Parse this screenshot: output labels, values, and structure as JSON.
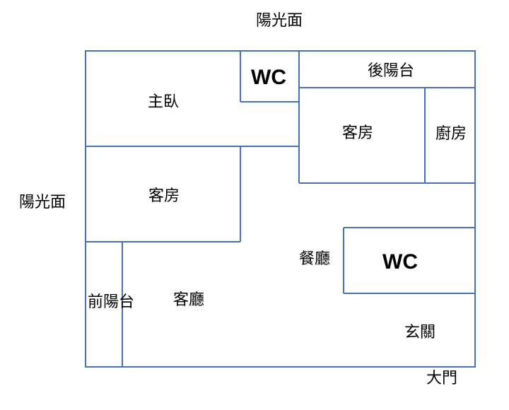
{
  "outside": {
    "top_sun_side": "陽光面",
    "left_sun_side": "陽光面",
    "main_door": "大門"
  },
  "rooms": {
    "master_bedroom": "主臥",
    "wc_top": "WC",
    "back_balcony": "後陽台",
    "guest_room_right": "客房",
    "kitchen": "廚房",
    "guest_room_left": "客房",
    "dining_room": "餐廳",
    "wc_right": "WC",
    "front_balcony": "前陽台",
    "living_room": "客廳",
    "entrance": "玄關"
  },
  "colors": {
    "wall": "#4a72b0",
    "text": "#000000",
    "background": "#ffffff"
  }
}
